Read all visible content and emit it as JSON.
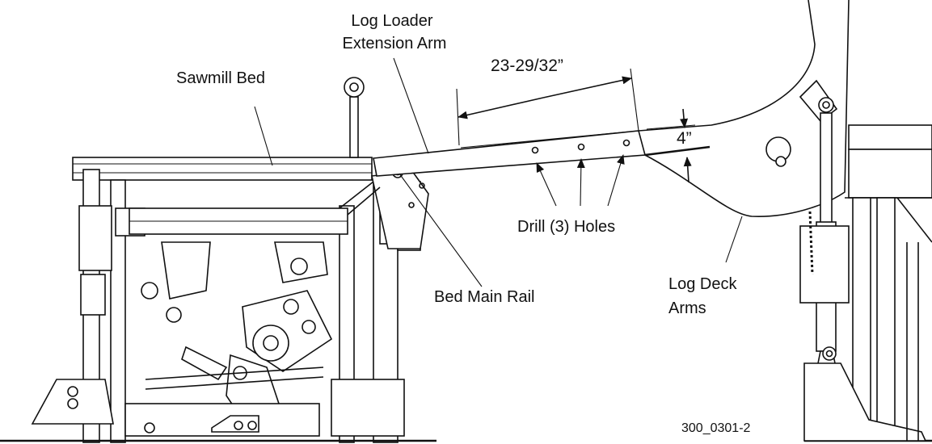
{
  "labels": {
    "sawmill_bed": "Sawmill Bed",
    "log_loader_line1": "Log Loader",
    "log_loader_line2": "Extension Arm",
    "drill_holes": "Drill (3) Holes",
    "bed_main_rail": "Bed Main Rail",
    "log_deck_line1": "Log Deck",
    "log_deck_line2": "Arms",
    "drawing_number": "300_0301-2"
  },
  "dimensions": {
    "length": "23-29/32”",
    "height": "4”"
  }
}
